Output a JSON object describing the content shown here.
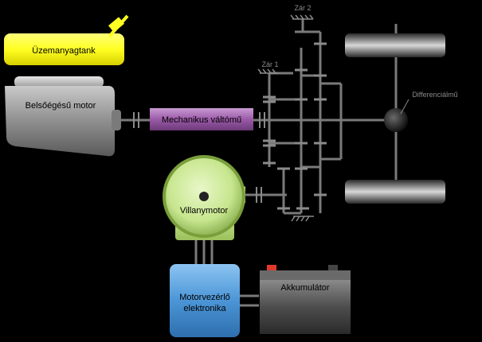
{
  "labels": {
    "fuel_tank": "Üzemanyagtank",
    "engine": "Belsőégésű motor",
    "transmission": "Mechanikus váltómű",
    "motor": "Villanymotor",
    "controller_line1": "Motorvezérlő",
    "controller_line2": "elektronika",
    "battery": "Akkumulátor",
    "differential": "Differenciálmű",
    "lock1": "Zár 1",
    "lock2": "Zár 2"
  },
  "colors": {
    "background": "#000000",
    "fuel_tank": "#ffff22",
    "engine": "#9a9a9a",
    "transmission": "#9b5aa8",
    "motor": "#c7e68e",
    "controller": "#4b95d6",
    "battery": "#555555",
    "terminal_positive": "#e0392b",
    "shaft": "#7a7a7a"
  },
  "icons": {
    "fuel_nozzle": "fuel-nozzle-icon",
    "ground": "ground-hatch-icon"
  }
}
